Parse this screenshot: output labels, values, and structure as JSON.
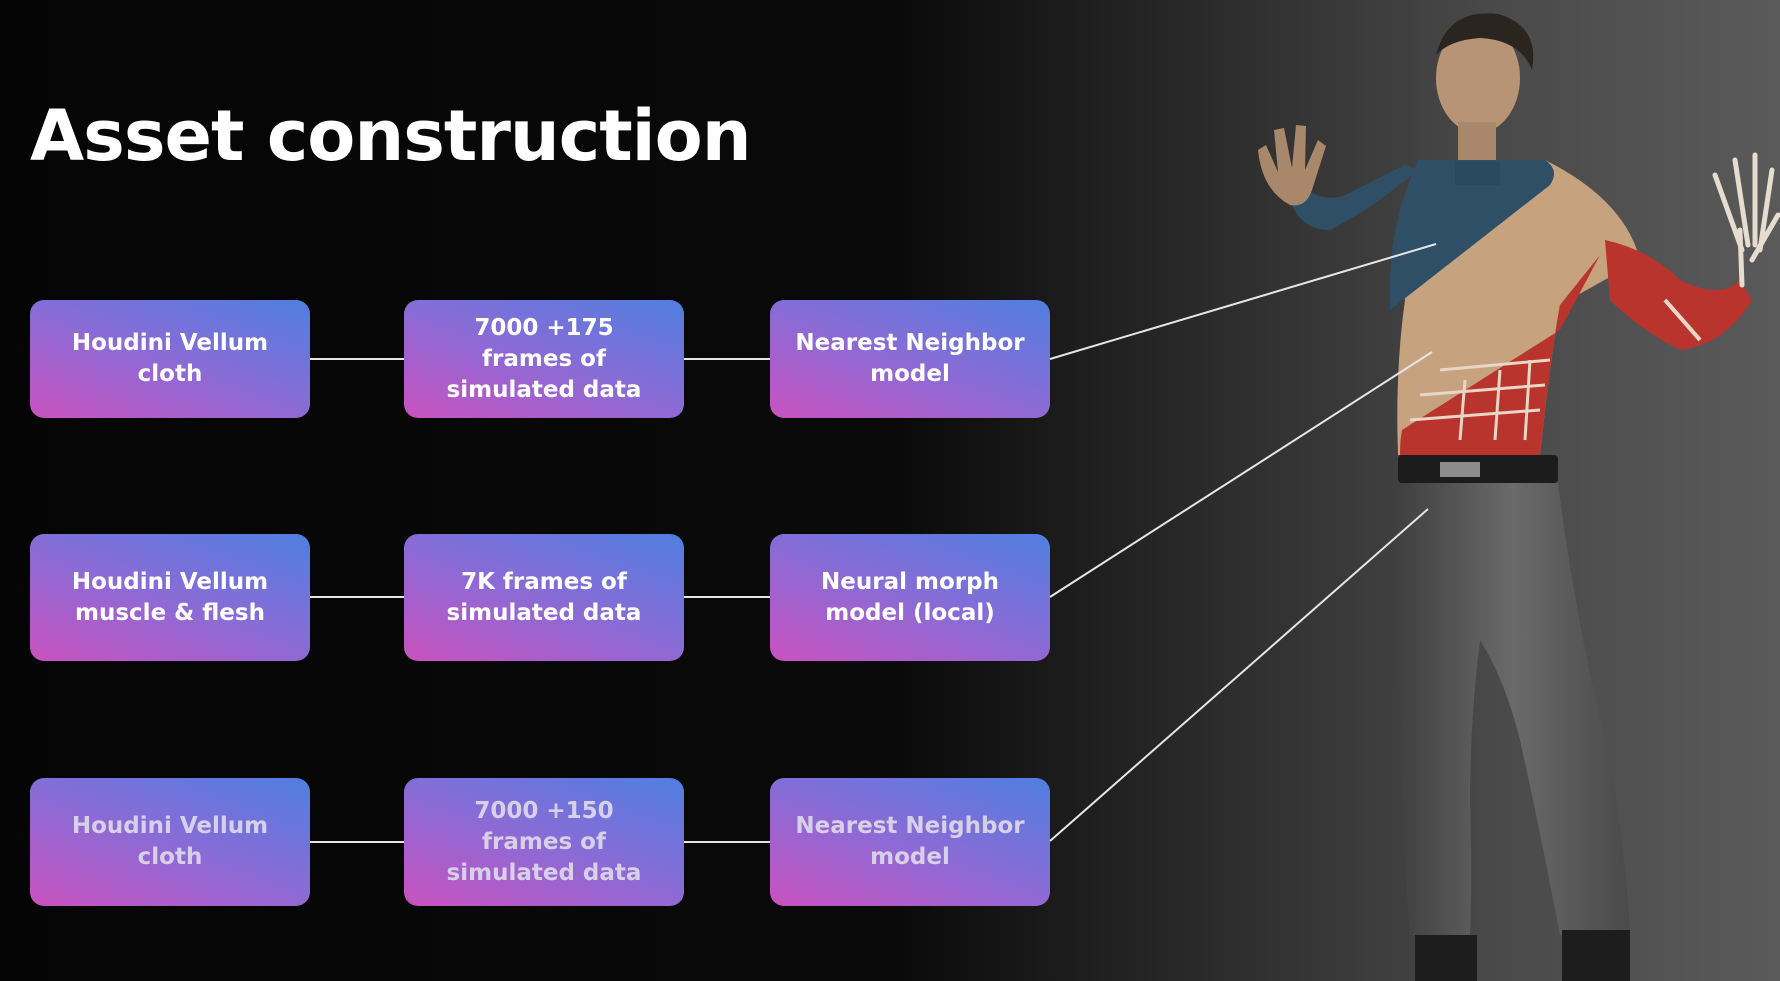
{
  "title": "Asset construction",
  "rows": [
    {
      "source": "Houdini Vellum\ncloth",
      "data": "7000 +175\nframes of\nsimulated data",
      "model": "Nearest Neighbor\nmodel"
    },
    {
      "source": "Houdini Vellum\nmuscle & flesh",
      "data": "7K frames of\nsimulated data",
      "model": "Neural morph\nmodel (local)"
    },
    {
      "source": "Houdini Vellum\ncloth",
      "data": "7000 +150\nframes of\nsimulated data",
      "model": "Nearest Neighbor\nmodel"
    }
  ],
  "colors": {
    "node_gradient_start": "#c952bf",
    "node_gradient_end": "#4f7fe0",
    "connector": "#e6e6e6",
    "shirt": "#2e4f66",
    "skin": "#c7a27e",
    "muscle": "#b8342c",
    "pants": "#5f5f5f"
  }
}
